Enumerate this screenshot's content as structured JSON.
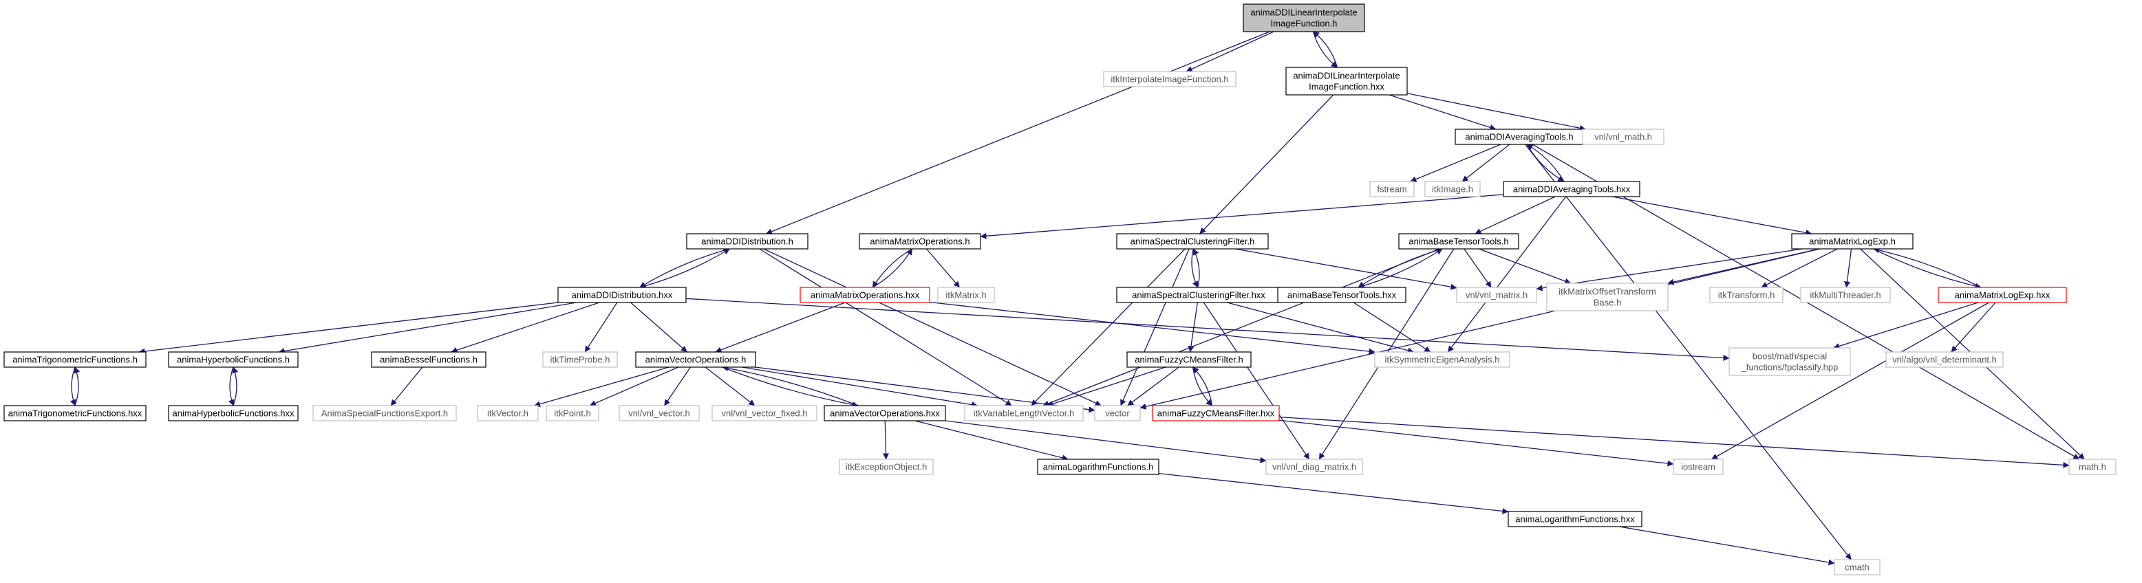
{
  "graph": {
    "colors": {
      "edge": "#191970",
      "root_fill": "#bfbfbf",
      "node_border": "#000000",
      "external_border": "#bfbfbf",
      "missing_border": "#ff0000",
      "text": "#000000"
    },
    "nodes": [
      {
        "id": "root",
        "kind": "root",
        "lines": [
          "animaDDILinearInterpolate",
          "ImageFunction.h"
        ]
      },
      {
        "id": "itkInterp",
        "kind": "external",
        "lines": [
          "itkInterpolateImageFunction.h"
        ]
      },
      {
        "id": "rootHxx",
        "kind": "normal",
        "lines": [
          "animaDDILinearInterpolate",
          "ImageFunction.hxx"
        ]
      },
      {
        "id": "avgToolsH",
        "kind": "normal",
        "lines": [
          "animaDDIAveragingTools.h"
        ]
      },
      {
        "id": "vnlMath",
        "kind": "external",
        "lines": [
          "vnl/vnl_math.h"
        ]
      },
      {
        "id": "fstream",
        "kind": "external",
        "lines": [
          "fstream"
        ]
      },
      {
        "id": "itkImage",
        "kind": "external",
        "lines": [
          "itkImage.h"
        ]
      },
      {
        "id": "avgToolsHxx",
        "kind": "normal",
        "lines": [
          "animaDDIAveragingTools.hxx"
        ]
      },
      {
        "id": "ddiDistH",
        "kind": "normal",
        "lines": [
          "animaDDIDistribution.h"
        ]
      },
      {
        "id": "matOpsH",
        "kind": "normal",
        "lines": [
          "animaMatrixOperations.h"
        ]
      },
      {
        "id": "specClustH",
        "kind": "normal",
        "lines": [
          "animaSpectralClusteringFilter.h"
        ]
      },
      {
        "id": "baseTensorH",
        "kind": "normal",
        "lines": [
          "animaBaseTensorTools.h"
        ]
      },
      {
        "id": "matLogExpH",
        "kind": "normal",
        "lines": [
          "animaMatrixLogExp.h"
        ]
      },
      {
        "id": "ddiDistHxx",
        "kind": "normal",
        "lines": [
          "animaDDIDistribution.hxx"
        ]
      },
      {
        "id": "matOpsHxx",
        "kind": "missing",
        "lines": [
          "animaMatrixOperations.hxx"
        ]
      },
      {
        "id": "itkMatrix",
        "kind": "external",
        "lines": [
          "itkMatrix.h"
        ]
      },
      {
        "id": "specClustHxx",
        "kind": "normal",
        "lines": [
          "animaSpectralClusteringFilter.hxx"
        ]
      },
      {
        "id": "baseTensorHxx",
        "kind": "normal",
        "lines": [
          "animaBaseTensorTools.hxx"
        ]
      },
      {
        "id": "vnlMatrix",
        "kind": "external",
        "lines": [
          "vnl/vnl_matrix.h"
        ]
      },
      {
        "id": "itkMatOffset",
        "kind": "external",
        "lines": [
          "itkMatrixOffsetTransform",
          "Base.h"
        ]
      },
      {
        "id": "itkTransform",
        "kind": "external",
        "lines": [
          "itkTransform.h"
        ]
      },
      {
        "id": "itkMultiThr",
        "kind": "external",
        "lines": [
          "itkMultiThreader.h"
        ]
      },
      {
        "id": "matLogExpHxx",
        "kind": "missing",
        "lines": [
          "animaMatrixLogExp.hxx"
        ]
      },
      {
        "id": "trigH",
        "kind": "normal",
        "lines": [
          "animaTrigonometricFunctions.h"
        ]
      },
      {
        "id": "hypH",
        "kind": "normal",
        "lines": [
          "animaHyperbolicFunctions.h"
        ]
      },
      {
        "id": "besselH",
        "kind": "normal",
        "lines": [
          "animaBesselFunctions.h"
        ]
      },
      {
        "id": "itkTimeProbe",
        "kind": "external",
        "lines": [
          "itkTimeProbe.h"
        ]
      },
      {
        "id": "vecOpsH",
        "kind": "normal",
        "lines": [
          "animaVectorOperations.h"
        ]
      },
      {
        "id": "fuzzyH",
        "kind": "normal",
        "lines": [
          "animaFuzzyCMeansFilter.h"
        ]
      },
      {
        "id": "itkSymEig",
        "kind": "external",
        "lines": [
          "itkSymmetricEigenAnalysis.h"
        ]
      },
      {
        "id": "boostFp",
        "kind": "external",
        "lines": [
          "boost/math/special",
          "_functions/fpclassify.hpp"
        ]
      },
      {
        "id": "vnlDet",
        "kind": "external",
        "lines": [
          "vnl/algo/vnl_determinant.h"
        ]
      },
      {
        "id": "trigHxx",
        "kind": "normal",
        "lines": [
          "animaTrigonometricFunctions.hxx"
        ]
      },
      {
        "id": "hypHxx",
        "kind": "normal",
        "lines": [
          "animaHyperbolicFunctions.hxx"
        ]
      },
      {
        "id": "specExport",
        "kind": "external",
        "lines": [
          "AnimaSpecialFunctionsExport.h"
        ]
      },
      {
        "id": "itkVector",
        "kind": "external",
        "lines": [
          "itkVector.h"
        ]
      },
      {
        "id": "itkPoint",
        "kind": "external",
        "lines": [
          "itkPoint.h"
        ]
      },
      {
        "id": "vnlVector",
        "kind": "external",
        "lines": [
          "vnl/vnl_vector.h"
        ]
      },
      {
        "id": "vnlVecFixed",
        "kind": "external",
        "lines": [
          "vnl/vnl_vector_fixed.h"
        ]
      },
      {
        "id": "vecOpsHxx",
        "kind": "normal",
        "lines": [
          "animaVectorOperations.hxx"
        ]
      },
      {
        "id": "itkVarLen",
        "kind": "external",
        "lines": [
          "itkVariableLengthVector.h"
        ]
      },
      {
        "id": "vector",
        "kind": "external",
        "lines": [
          "vector"
        ]
      },
      {
        "id": "fuzzyHxx",
        "kind": "missing",
        "lines": [
          "animaFuzzyCMeansFilter.hxx"
        ]
      },
      {
        "id": "iostream",
        "kind": "external",
        "lines": [
          "iostream"
        ]
      },
      {
        "id": "mathH",
        "kind": "external",
        "lines": [
          "math.h"
        ]
      },
      {
        "id": "itkExcept",
        "kind": "external",
        "lines": [
          "itkExceptionObject.h"
        ]
      },
      {
        "id": "logH",
        "kind": "normal",
        "lines": [
          "animaLogarithmFunctions.h"
        ]
      },
      {
        "id": "vnlDiag",
        "kind": "external",
        "lines": [
          "vnl/vnl_diag_matrix.h"
        ]
      },
      {
        "id": "logHxx",
        "kind": "normal",
        "lines": [
          "animaLogarithmFunctions.hxx"
        ]
      },
      {
        "id": "cmath",
        "kind": "external",
        "lines": [
          "cmath"
        ]
      }
    ],
    "edges": [
      [
        "root",
        "itkInterp"
      ],
      [
        "root",
        "rootHxx"
      ],
      [
        "root",
        "ddiDistH"
      ],
      [
        "rootHxx",
        "root"
      ],
      [
        "rootHxx",
        "avgToolsH"
      ],
      [
        "rootHxx",
        "vnlMath"
      ],
      [
        "rootHxx",
        "specClustH"
      ],
      [
        "avgToolsH",
        "fstream"
      ],
      [
        "avgToolsH",
        "itkImage"
      ],
      [
        "avgToolsH",
        "avgToolsHxx"
      ],
      [
        "avgToolsH",
        "mathH"
      ],
      [
        "avgToolsH",
        "cmath"
      ],
      [
        "avgToolsHxx",
        "avgToolsH"
      ],
      [
        "avgToolsHxx",
        "matOpsH"
      ],
      [
        "avgToolsHxx",
        "baseTensorH"
      ],
      [
        "avgToolsHxx",
        "matLogExpH"
      ],
      [
        "avgToolsHxx",
        "itkSymEig"
      ],
      [
        "ddiDistH",
        "ddiDistHxx"
      ],
      [
        "ddiDistH",
        "itkVarLen"
      ],
      [
        "ddiDistH",
        "vector"
      ],
      [
        "ddiDistHxx",
        "ddiDistH"
      ],
      [
        "ddiDistHxx",
        "trigH"
      ],
      [
        "ddiDistHxx",
        "hypH"
      ],
      [
        "ddiDistHxx",
        "besselH"
      ],
      [
        "ddiDistHxx",
        "itkTimeProbe"
      ],
      [
        "ddiDistHxx",
        "vecOpsH"
      ],
      [
        "ddiDistHxx",
        "boostFp"
      ],
      [
        "matOpsH",
        "itkMatrix"
      ],
      [
        "matOpsH",
        "matOpsHxx"
      ],
      [
        "matOpsHxx",
        "matOpsH"
      ],
      [
        "matOpsHxx",
        "vecOpsH"
      ],
      [
        "matOpsHxx",
        "itkSymEig"
      ],
      [
        "specClustH",
        "specClustHxx"
      ],
      [
        "specClustH",
        "vnlMatrix"
      ],
      [
        "specClustH",
        "itkVarLen"
      ],
      [
        "specClustH",
        "vector"
      ],
      [
        "specClustHxx",
        "specClustH"
      ],
      [
        "specClustHxx",
        "fuzzyH"
      ],
      [
        "specClustHxx",
        "itkSymEig"
      ],
      [
        "specClustHxx",
        "vnlDiag"
      ],
      [
        "baseTensorH",
        "baseTensorHxx"
      ],
      [
        "baseTensorH",
        "vnlMatrix"
      ],
      [
        "baseTensorH",
        "itkMatOffset"
      ],
      [
        "baseTensorH",
        "itkVarLen"
      ],
      [
        "baseTensorH",
        "vnlDiag"
      ],
      [
        "baseTensorHxx",
        "baseTensorH"
      ],
      [
        "baseTensorHxx",
        "itkSymEig"
      ],
      [
        "matLogExpH",
        "vnlMatrix"
      ],
      [
        "matLogExpH",
        "itkMatOffset"
      ],
      [
        "matLogExpH",
        "itkTransform"
      ],
      [
        "matLogExpH",
        "itkMultiThr"
      ],
      [
        "matLogExpH",
        "matLogExpHxx"
      ],
      [
        "matLogExpH",
        "vector"
      ],
      [
        "matLogExpH",
        "mathH"
      ],
      [
        "matLogExpHxx",
        "matLogExpH"
      ],
      [
        "matLogExpHxx",
        "boostFp"
      ],
      [
        "matLogExpHxx",
        "vnlDet"
      ],
      [
        "matLogExpHxx",
        "iostream"
      ],
      [
        "trigH",
        "trigHxx"
      ],
      [
        "trigHxx",
        "trigH"
      ],
      [
        "hypH",
        "hypHxx"
      ],
      [
        "hypHxx",
        "hypH"
      ],
      [
        "besselH",
        "specExport"
      ],
      [
        "vecOpsH",
        "itkVector"
      ],
      [
        "vecOpsH",
        "itkPoint"
      ],
      [
        "vecOpsH",
        "vnlVector"
      ],
      [
        "vecOpsH",
        "vnlVecFixed"
      ],
      [
        "vecOpsH",
        "vecOpsHxx"
      ],
      [
        "vecOpsH",
        "itkVarLen"
      ],
      [
        "vecOpsH",
        "vector"
      ],
      [
        "vecOpsHxx",
        "vecOpsH"
      ],
      [
        "vecOpsHxx",
        "itkExcept"
      ],
      [
        "vecOpsHxx",
        "logH"
      ],
      [
        "vecOpsHxx",
        "vnlDiag"
      ],
      [
        "fuzzyH",
        "fuzzyHxx"
      ],
      [
        "fuzzyH",
        "itkVarLen"
      ],
      [
        "fuzzyH",
        "vector"
      ],
      [
        "fuzzyHxx",
        "fuzzyH"
      ],
      [
        "fuzzyHxx",
        "iostream"
      ],
      [
        "fuzzyHxx",
        "mathH"
      ],
      [
        "logH",
        "logHxx"
      ],
      [
        "logHxx",
        "cmath"
      ]
    ]
  }
}
